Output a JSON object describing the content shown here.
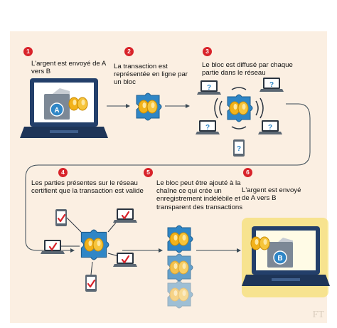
{
  "steps": [
    {
      "number": "1",
      "text": "L'argent est envoyé de A vers B"
    },
    {
      "number": "2",
      "text": "La transaction est représentée en ligne par un bloc"
    },
    {
      "number": "3",
      "text": "Le bloc est diffusé par chaque partie dans le réseau"
    },
    {
      "number": "4",
      "text": "Les parties présentes sur le réseau certifient que la transaction est valide"
    },
    {
      "number": "5",
      "text": "Le bloc peut être ajouté à la chaîne ce qui crée un enregistrement indélébile et transparent des transactions"
    },
    {
      "number": "6",
      "text": "L'argent est envoyé de A  vers B"
    }
  ],
  "wallet_a_letter": "A",
  "wallet_b_letter": "B",
  "question_mark": "?",
  "footer_logo": "FT",
  "colors": {
    "panel": "#fbefe2",
    "badge": "#d8232a",
    "puzzle_blue": "#2f86c6",
    "coin_gold": "#f2b21a",
    "check_red": "#d8232a",
    "laptop_highlight": "#f4d84a"
  }
}
